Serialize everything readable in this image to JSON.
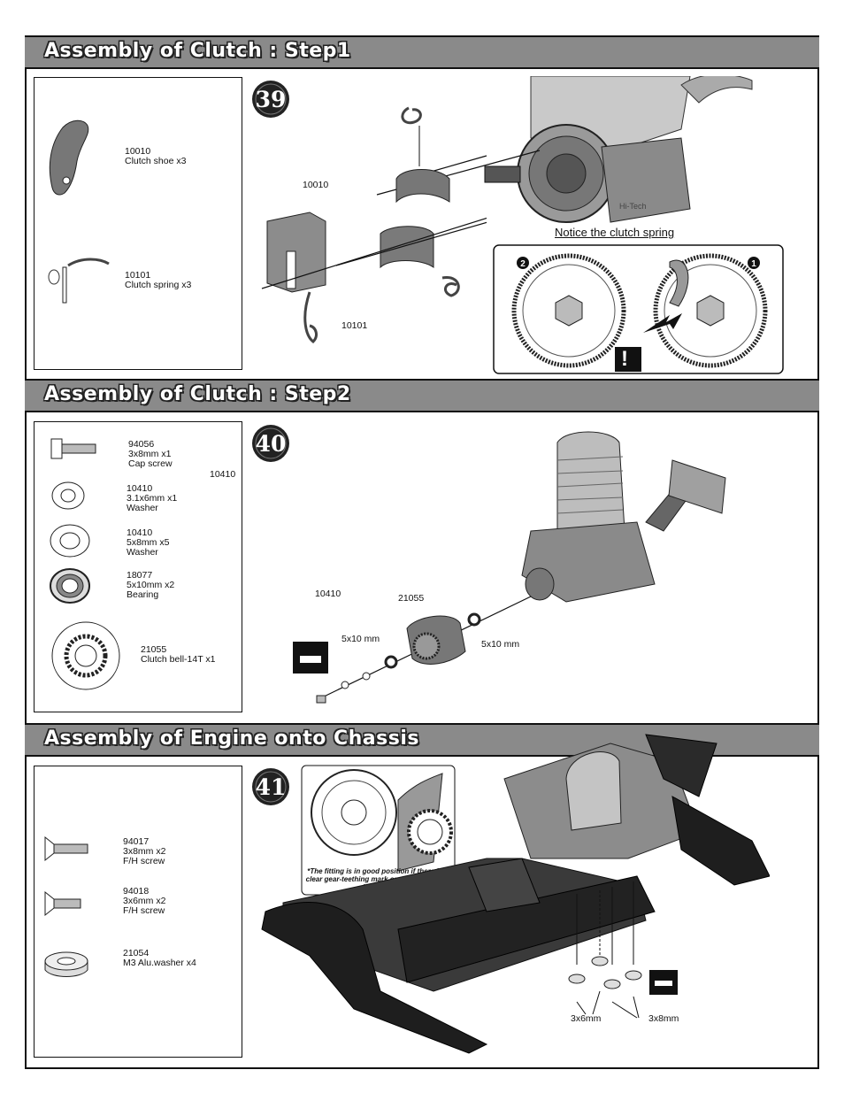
{
  "sections": [
    {
      "title": "Assembly of Clutch : Step1",
      "step": "39"
    },
    {
      "title": "Assembly of Clutch : Step2",
      "step": "40"
    },
    {
      "title": "Assembly of Engine onto Chassis",
      "step": "41"
    }
  ],
  "step1": {
    "parts": [
      {
        "code": "10010",
        "desc": "Clutch shoe x3"
      },
      {
        "code": "10101",
        "desc": "Clutch spring x3"
      }
    ],
    "callouts": {
      "shoe": "10010",
      "spring": "10101"
    },
    "notice": "Notice the clutch spring",
    "markers": [
      "2",
      "1"
    ],
    "warning": "!"
  },
  "step2": {
    "parts": [
      {
        "code": "94056",
        "size": "3x8mm x1",
        "desc": "Cap screw"
      },
      {
        "code": "10410",
        "size": "3.1x6mm x1",
        "desc": "Washer"
      },
      {
        "code": "10410",
        "size": "5x8mm x5",
        "desc": "Washer"
      },
      {
        "code": "18077",
        "size": "5x10mm x2",
        "desc": "Bearing"
      },
      {
        "code": "21055",
        "desc": "Clutch bell-14T x1"
      }
    ],
    "side_code": "10410",
    "callouts": {
      "washer": "10410",
      "bell": "21055",
      "bearing_left": "5x10 mm",
      "bearing_right": "5x10 mm"
    }
  },
  "step3": {
    "parts": [
      {
        "code": "94017",
        "size": "3x8mm x2",
        "desc": "F/H screw"
      },
      {
        "code": "94018",
        "size": "3x6mm x2",
        "desc": "F/H screw"
      },
      {
        "code": "21054",
        "desc": "M3 Alu.washer x4"
      }
    ],
    "tip": "*The fitting is in good position if there is a clear gear-teething mark on the paper after sliding out.",
    "callouts": {
      "short": "3x6mm",
      "long": "3x8mm"
    }
  }
}
